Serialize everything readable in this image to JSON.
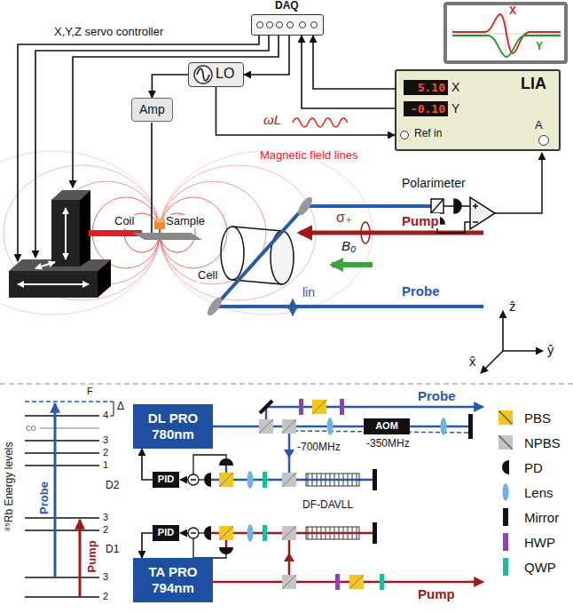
{
  "diagram": {
    "nodes": [
      {
        "text": [
          "DAQ"
        ]
      },
      {
        "text": [
          "X",
          "Y"
        ]
      },
      {
        "text": [
          "LO"
        ]
      },
      {
        "text": [
          "Amp"
        ]
      },
      {
        "text": [
          "LIA",
          "5.10",
          "X",
          "-0.10",
          "Y",
          "Ref in",
          "A"
        ]
      },
      {
        "text": [
          "DL PRO 780nm"
        ]
      },
      {
        "text": [
          "PID"
        ]
      },
      {
        "text": [
          "PID"
        ]
      },
      {
        "text": [
          "TA PRO 794nm"
        ]
      },
      {
        "text": [
          "AOM"
        ]
      }
    ],
    "edges": [
      {
        "from": 0,
        "to": 2,
        "arrow": "to"
      },
      {
        "from": 2,
        "to": 3,
        "arrow": "to"
      },
      {
        "from": 2,
        "to": 4,
        "label": "ωL",
        "arrow": "to"
      },
      {
        "from": 4,
        "to": 0,
        "arrow": "to"
      },
      {
        "from": 4,
        "to": 0,
        "arrow": "to"
      },
      {
        "from": 6,
        "to": 5,
        "arrow": "to"
      },
      {
        "from": 7,
        "to": 8,
        "arrow": "to"
      }
    ],
    "labels": [
      "X,Y,Z servo controller",
      "Magnetic field lines",
      "Coil",
      "Sample",
      "Cell",
      "σ₊",
      "Pump",
      "B₀",
      "lin",
      "Probe",
      "Polarimeter",
      "ẑ",
      "ŷ",
      "x̂",
      "⁸⁵Rb Energy levels",
      "F",
      "4",
      "co",
      "3",
      "2",
      "1",
      "3",
      "2",
      "3",
      "2",
      "D2",
      "D1",
      "Δ",
      "Probe",
      "Pump",
      "-700MHz",
      "-350MHz",
      "DF-DAVLL",
      "Probe",
      "Pump"
    ],
    "legend": [
      {
        "text": "PBS",
        "color": "#f5c518"
      },
      {
        "text": "NPBS",
        "color": "#c4c4c4"
      },
      {
        "text": "PD"
      },
      {
        "text": "Lens"
      },
      {
        "text": "Mirror"
      },
      {
        "text": "HWP",
        "color": "#8e44ad"
      },
      {
        "text": "QWP",
        "color": "#1abc9c"
      }
    ]
  }
}
